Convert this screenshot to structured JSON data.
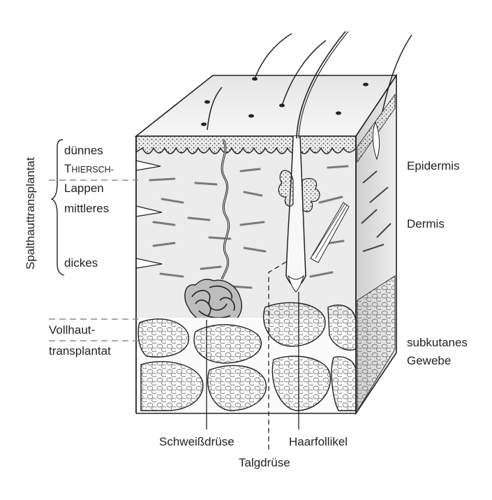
{
  "labels": {
    "split_skin_graft": "Spalthauttransplantat",
    "thin_1": "dünnes",
    "thin_2a": "T",
    "thin_2b": "HIERSCH-",
    "thin_3": "Lappen",
    "medium": "mittleres",
    "thick": "dickes",
    "full_1": "Vollhaut-",
    "full_2": "transplantat",
    "epidermis": "Epidermis",
    "dermis": "Dermis",
    "subcutis_1": "subkutanes",
    "subcutis_2": "Gewebe",
    "sweat_gland": "Schweißdrüse",
    "sebaceous_gland": "Talgdrüse",
    "hair_follicle": "Haarfollikel"
  },
  "colors": {
    "ink": "#222222",
    "guide_line": "#7f8fa3",
    "fat_fill": "#f7f7f7",
    "dermis_shade": "#e2e2e2"
  }
}
